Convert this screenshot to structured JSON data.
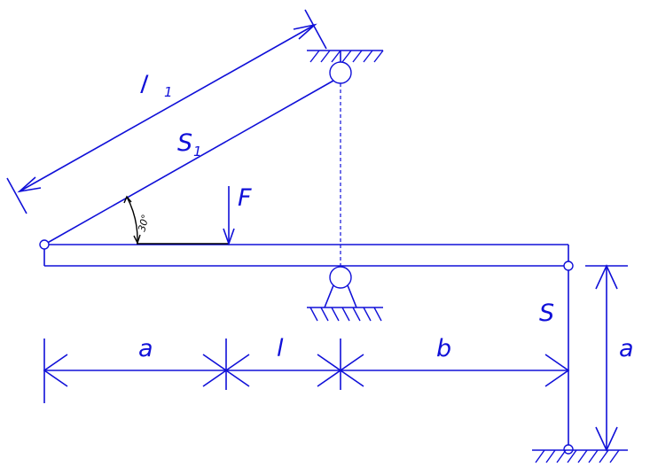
{
  "labels": {
    "l1": "l",
    "l1_sub": "1",
    "s1": "S",
    "s1_sub": "1",
    "f": "F",
    "angle": "30°",
    "s": "S",
    "a_bottom": "a",
    "l_bottom": "l",
    "b_bottom": "b",
    "a_right": "a"
  },
  "colors": {
    "line": "#1010d8",
    "force": "#000000",
    "background": "#ffffff"
  }
}
